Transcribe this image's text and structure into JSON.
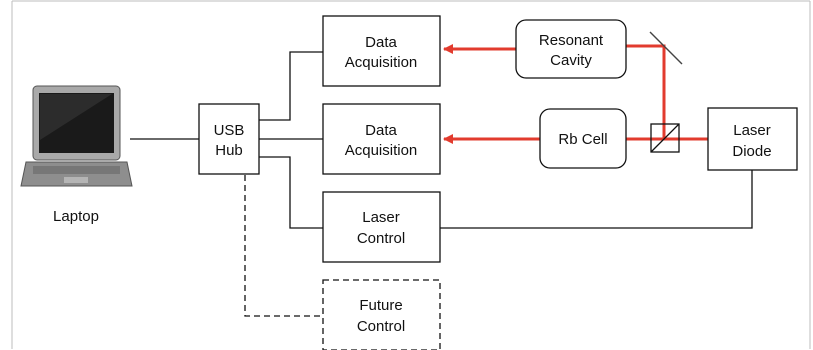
{
  "colors": {
    "beam": "#e23b2e",
    "line": "#111111",
    "frame": "#bdbdbd"
  },
  "laptop": {
    "label": "Laptop"
  },
  "boxes": {
    "usb_hub": {
      "line1": "USB",
      "line2": "Hub"
    },
    "daq_top": {
      "line1": "Data",
      "line2": "Acquisition"
    },
    "daq_mid": {
      "line1": "Data",
      "line2": "Acquisition"
    },
    "laser_control": {
      "line1": "Laser",
      "line2": "Control"
    },
    "future_control": {
      "line1": "Future",
      "line2": "Control"
    },
    "resonant_cavity": {
      "line1": "Resonant",
      "line2": "Cavity"
    },
    "rb_cell": {
      "line1": "Rb Cell"
    },
    "laser_diode": {
      "line1": "Laser",
      "line2": "Diode"
    }
  },
  "icons": {
    "laptop": "laptop-icon",
    "mirror": "mirror-icon",
    "beam_splitter": "beam-splitter-icon"
  }
}
